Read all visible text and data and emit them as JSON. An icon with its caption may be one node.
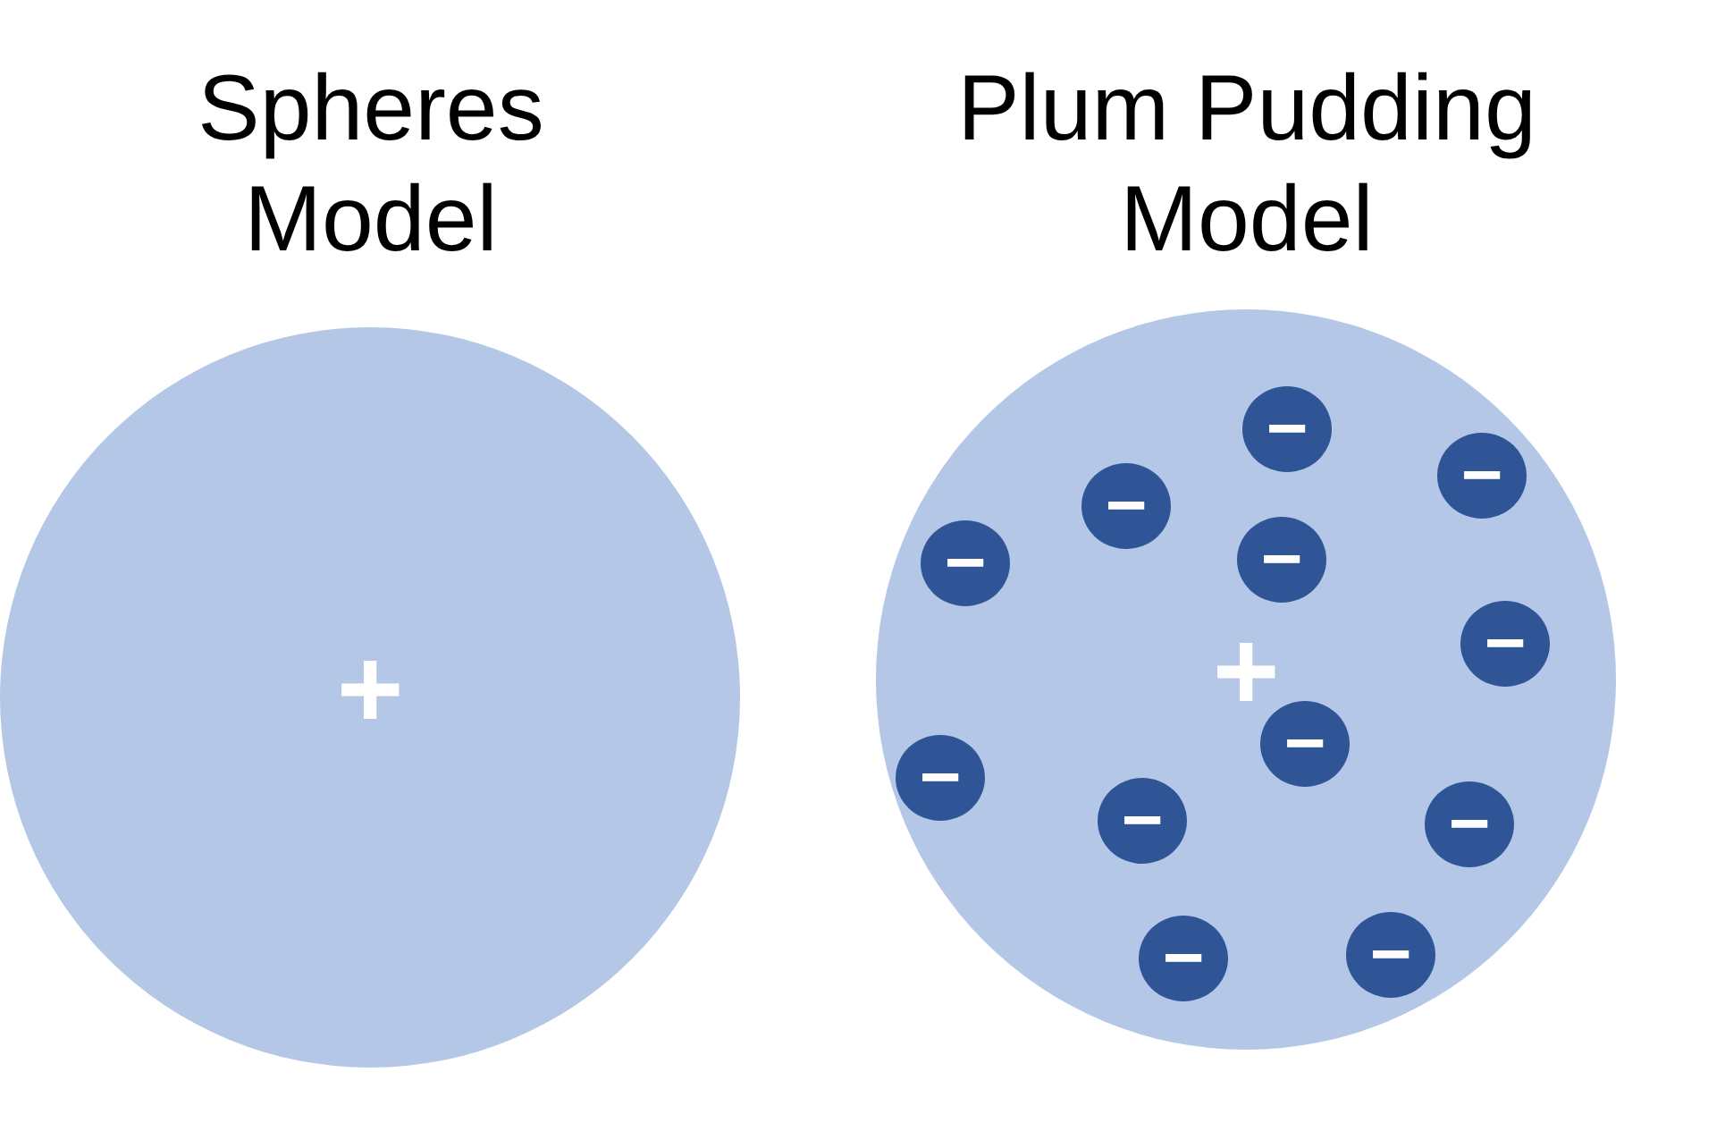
{
  "diagram": {
    "nodes": [
      {
        "text": [
          "Spheres Model",
          "+"
        ]
      },
      {
        "text": [
          "Plum Pudding Model",
          "+"
        ]
      },
      {
        "text": [
          "−"
        ],
        "in": 1
      },
      {
        "text": [
          "−"
        ],
        "in": 1
      },
      {
        "text": [
          "−"
        ],
        "in": 1
      },
      {
        "text": [
          "−"
        ],
        "in": 1
      },
      {
        "text": [
          "−"
        ],
        "in": 1
      },
      {
        "text": [
          "−"
        ],
        "in": 1
      },
      {
        "text": [
          "−"
        ],
        "in": 1
      },
      {
        "text": [
          "−"
        ],
        "in": 1
      },
      {
        "text": [
          "−"
        ],
        "in": 1
      },
      {
        "text": [
          "−"
        ],
        "in": 1
      },
      {
        "text": [
          "−"
        ],
        "in": 1
      },
      {
        "text": [
          "−"
        ],
        "in": 1
      }
    ]
  }
}
